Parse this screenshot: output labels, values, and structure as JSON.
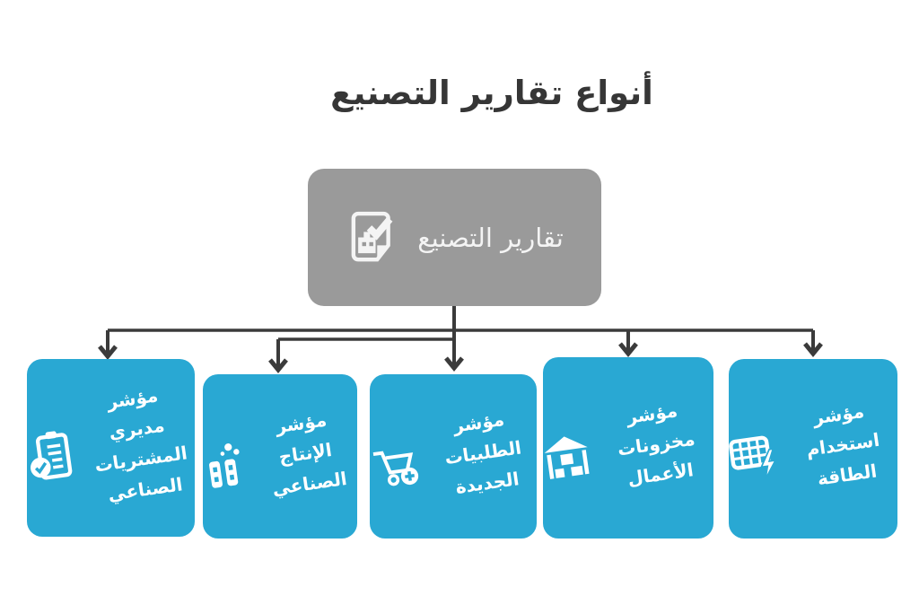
{
  "title": "أنواع تقارير التصنيع",
  "root": {
    "label": "تقارير التصنيع",
    "icon": "report-check-icon"
  },
  "children": [
    {
      "id": "industrial-pmi",
      "label": "مؤشر مديري\nالمشتريات\nالصناعي",
      "icon": "clipboard-check-icon"
    },
    {
      "id": "industrial-production",
      "label": "مؤشر الإنتاج\nالصناعي",
      "icon": "factory-icon"
    },
    {
      "id": "new-orders",
      "label": "مؤشر الطلبيات\nالجديدة",
      "icon": "cart-plus-icon"
    },
    {
      "id": "business-inventories",
      "label": "مؤشر مخزونات\nالأعمال",
      "icon": "warehouse-icon"
    },
    {
      "id": "energy-usage",
      "label": "مؤشر استخدام\nالطاقة",
      "icon": "energy-grid-icon"
    }
  ],
  "colors": {
    "canvas_bg": "#ffffff",
    "node_blue": "#29a8d3",
    "node_gray": "#9a9a9a",
    "node_text": "#ffffff",
    "connector": "#3b3b3b",
    "title_text": "#363636"
  }
}
